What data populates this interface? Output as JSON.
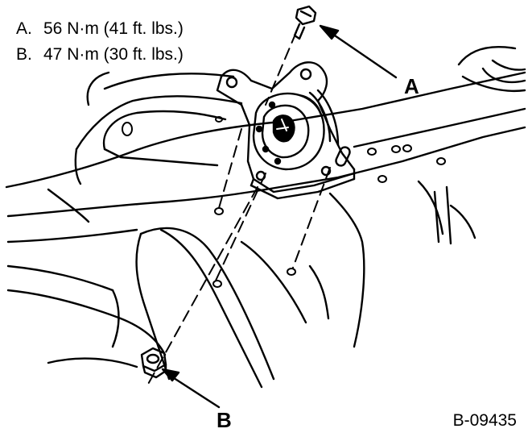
{
  "specs": [
    {
      "letter": "A.",
      "value": "56 N·m (41 ft. lbs.)"
    },
    {
      "letter": "B.",
      "value": "47 N·m (30 ft. lbs.)"
    }
  ],
  "callouts": {
    "a": "A",
    "b": "B"
  },
  "figure_id": "B-09435"
}
